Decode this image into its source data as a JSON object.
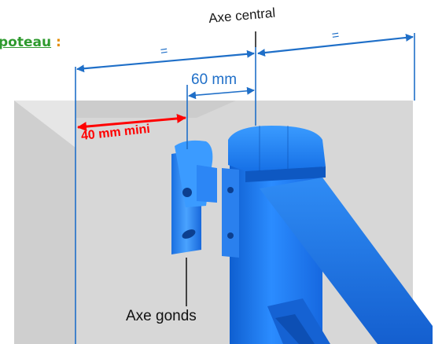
{
  "title": {
    "word": "poteau",
    "suffix": " :"
  },
  "labels": {
    "axe_central": "Axe central",
    "spacing": "60 mm",
    "min_distance": "40 mm mini",
    "equal_left": "=",
    "equal_right": "=",
    "axe_gonds": "Axe gonds"
  },
  "colors": {
    "title_word": "#2e9a2e",
    "title_colon": "#e48b00",
    "dimension_blue": "#1f6fc8",
    "dimension_red": "#ff0000",
    "wall": "#d9d9d9",
    "hardware_blue": "#1e90ff"
  }
}
